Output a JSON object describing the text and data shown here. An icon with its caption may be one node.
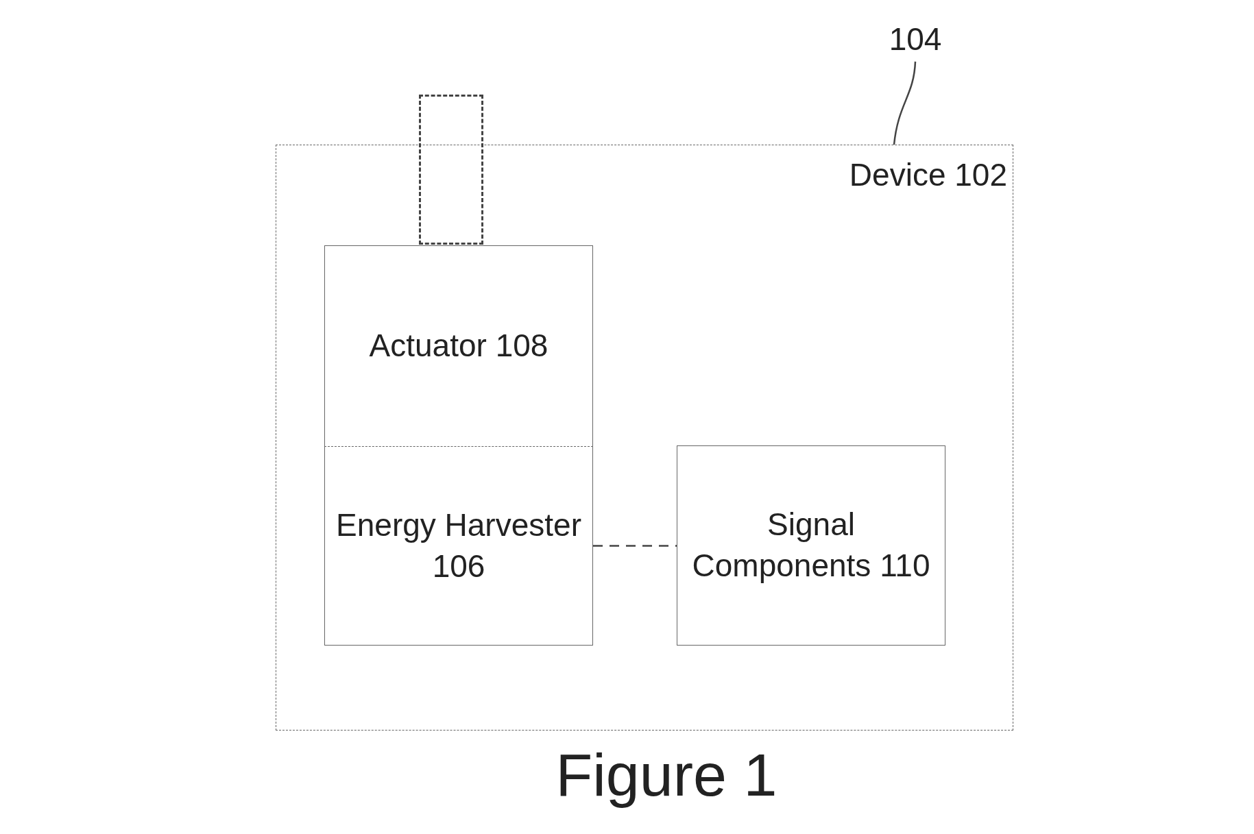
{
  "diagram": {
    "caption": "Figure 1",
    "nodes": [
      {
        "text": [
          "Device 102"
        ]
      },
      {
        "text": [
          "Actuator 108"
        ],
        "in": 0
      },
      {
        "text": [
          "Energy Harvester 106"
        ],
        "in": 0
      },
      {
        "text": [
          "Signal Components 110"
        ],
        "in": 0
      },
      {
        "text": [],
        "shape": "box"
      },
      {
        "text": [
          "104"
        ]
      }
    ],
    "edges": [
      {
        "from": 2,
        "to": 3,
        "arrow": "none",
        "style": "dashed"
      },
      {
        "from": 5,
        "to": 0,
        "arrow": "none"
      }
    ]
  }
}
